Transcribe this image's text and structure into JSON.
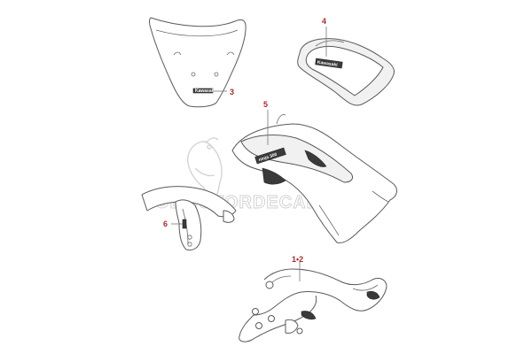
{
  "watermark": {
    "text": "OEMOTORDECALS.com",
    "bird_icon": "bird-logo-icon"
  },
  "callouts": [
    {
      "id": "callout-1-2",
      "label": "1•2"
    },
    {
      "id": "callout-3",
      "label": "3"
    },
    {
      "id": "callout-4",
      "label": "4"
    },
    {
      "id": "callout-5",
      "label": "5"
    },
    {
      "id": "callout-6",
      "label": "6"
    }
  ],
  "decals": {
    "windscreen_badge": "Kawasaki",
    "seat_cowl_badge": "Kawasaki",
    "fairing_badge": "ninja 300"
  },
  "colors": {
    "callout": "#b02a2a",
    "outline": "#5a5a5a",
    "watermark": "#cfcfcf"
  }
}
